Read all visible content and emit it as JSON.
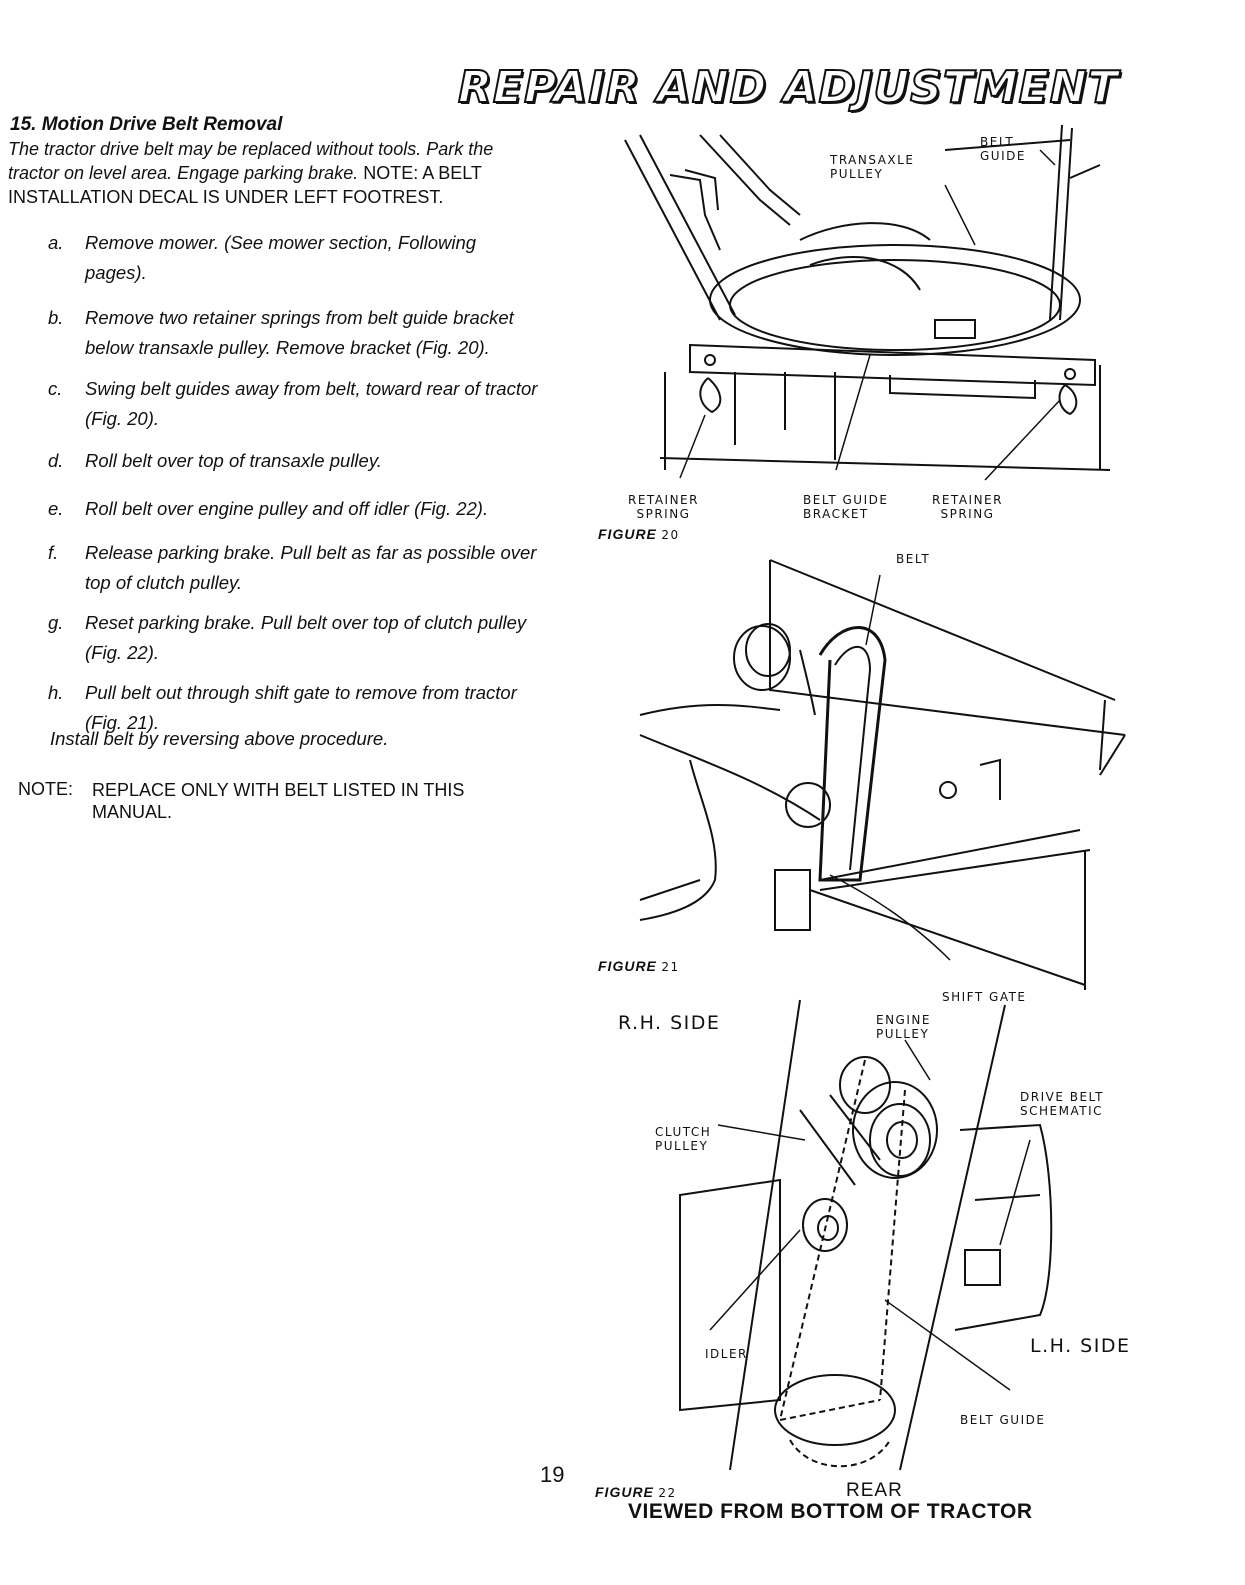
{
  "header": {
    "title": "REPAIR AND ADJUSTMENT"
  },
  "section": {
    "heading": "15. Motion Drive Belt Removal",
    "intro_italic": "The tractor drive belt may be replaced without tools. Park the tractor on level area. Engage parking brake.",
    "intro_caps": " NOTE: A BELT INSTALLATION DECAL IS UNDER LEFT FOOTREST."
  },
  "steps": [
    {
      "letter": "a.",
      "text": "Remove mower. (See mower section, Following pages)."
    },
    {
      "letter": "b.",
      "text": "Remove two retainer springs from belt guide bracket below transaxle pulley. Remove bracket (Fig. 20)."
    },
    {
      "letter": "c.",
      "text": "Swing belt guides away from belt, toward rear of tractor (Fig. 20)."
    },
    {
      "letter": "d.",
      "text": "Roll belt over top of transaxle pulley."
    },
    {
      "letter": "e.",
      "text": "Roll belt over engine pulley and off idler (Fig. 22)."
    },
    {
      "letter": "f.",
      "text": "Release parking brake. Pull belt as far as possible over top of clutch pulley."
    },
    {
      "letter": "g.",
      "text": "Reset parking brake. Pull belt over top of clutch pulley (Fig. 22)."
    },
    {
      "letter": "h.",
      "text": "Pull belt out through shift gate to remove from tractor (Fig. 21)."
    }
  ],
  "install": "Install belt by reversing above procedure.",
  "note": {
    "label": "NOTE:",
    "text": "REPLACE ONLY WITH BELT LISTED IN THIS MANUAL."
  },
  "figure20": {
    "caption_word": "FIGURE",
    "caption_num": "20",
    "labels": {
      "transaxle_pulley": "TRANSAXLE\nPULLEY",
      "belt_guide": "BELT\nGUIDE",
      "retainer_spring_left": "RETAINER\nSPRING",
      "belt_guide_bracket": "BELT GUIDE\nBRACKET",
      "retainer_spring_right": "RETAINER\nSPRING"
    }
  },
  "figure21": {
    "caption_word": "FIGURE",
    "caption_num": "21",
    "labels": {
      "belt": "BELT",
      "shift_gate": "SHIFT GATE"
    }
  },
  "figure22": {
    "caption_word": "FIGURE",
    "caption_num": "22",
    "labels": {
      "rh_side": "R.H. SIDE",
      "engine_pulley": "ENGINE\nPULLEY",
      "drive_belt_schematic": "DRIVE BELT\nSCHEMATIC",
      "clutch_pulley": "CLUTCH\nPULLEY",
      "idler": "IDLER",
      "lh_side": "L.H. SIDE",
      "belt_guide": "BELT GUIDE",
      "rear": "REAR"
    },
    "viewed_from": "VIEWED FROM BOTTOM OF TRACTOR"
  },
  "page_number": "19"
}
